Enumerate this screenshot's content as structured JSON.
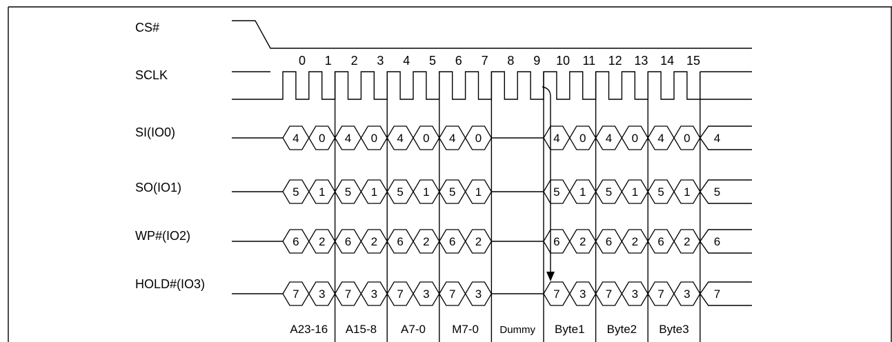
{
  "signals": [
    {
      "id": "cs",
      "label": "CS#"
    },
    {
      "id": "sclk",
      "label": "SCLK"
    },
    {
      "id": "io0",
      "label": "SI(IO0)"
    },
    {
      "id": "io1",
      "label": "SO(IO1)"
    },
    {
      "id": "io2",
      "label": "WP#(IO2)"
    },
    {
      "id": "io3",
      "label": "HOLD#(IO3)"
    }
  ],
  "clock_numbers": [
    "0",
    "1",
    "2",
    "3",
    "4",
    "5",
    "6",
    "7",
    "8",
    "9",
    "10",
    "11",
    "12",
    "13",
    "14",
    "15"
  ],
  "bus_values": {
    "io0": [
      "4",
      "0",
      "4",
      "0",
      "4",
      "0",
      "4",
      "0",
      "",
      "",
      "4",
      "0",
      "4",
      "0",
      "4",
      "0",
      "4"
    ],
    "io1": [
      "5",
      "1",
      "5",
      "1",
      "5",
      "1",
      "5",
      "1",
      "",
      "",
      "5",
      "1",
      "5",
      "1",
      "5",
      "1",
      "5"
    ],
    "io2": [
      "6",
      "2",
      "6",
      "2",
      "6",
      "2",
      "6",
      "2",
      "",
      "",
      "6",
      "2",
      "6",
      "2",
      "6",
      "2",
      "6"
    ],
    "io3": [
      "7",
      "3",
      "7",
      "3",
      "7",
      "3",
      "7",
      "3",
      "",
      "",
      "7",
      "3",
      "7",
      "3",
      "7",
      "3",
      "7"
    ]
  },
  "phases": [
    "A23-16",
    "A15-8",
    "A7-0",
    "M7-0",
    "Dummy",
    "Byte1",
    "Byte2",
    "Byte3"
  ]
}
